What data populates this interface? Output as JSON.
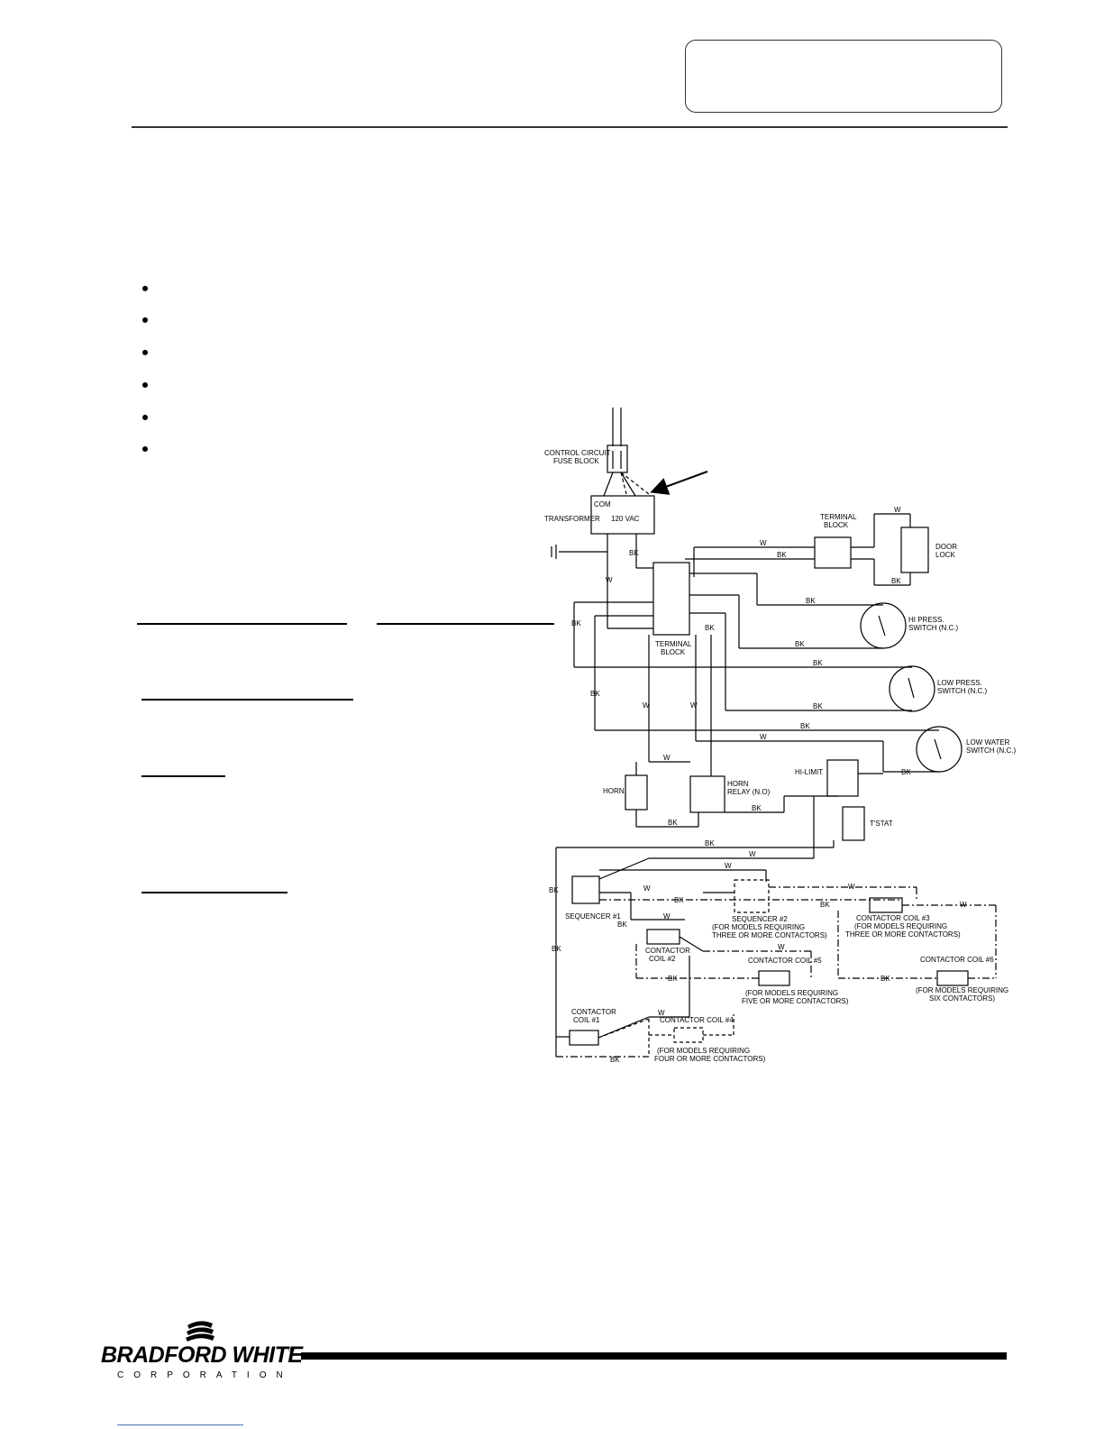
{
  "diagram": {
    "labels": {
      "fuse_block": [
        "CONTROL CIRCUIT",
        "FUSE BLOCK"
      ],
      "transformer": "TRANSFORMER",
      "com": "COM",
      "vac": "120 VAC",
      "terminal_block_top": [
        "TERMINAL",
        "BLOCK"
      ],
      "door_lock": [
        "DOOR",
        "LOCK"
      ],
      "terminal_block_main": [
        "TERMINAL",
        "BLOCK"
      ],
      "hi_press": [
        "HI PRESS.",
        "SWITCH (N.C.)"
      ],
      "low_press": [
        "LOW PRESS.",
        "SWITCH (N.C.)"
      ],
      "low_water": [
        "LOW WATER",
        "SWITCH (N.C.)"
      ],
      "hi_limit": "HI-LIMIT",
      "tstat": "T'STAT",
      "horn": "HORN",
      "horn_relay": [
        "HORN",
        "RELAY (N.O)"
      ],
      "sequencer_1": "SEQUENCER #1",
      "sequencer_2": [
        "SEQUENCER #2",
        "(FOR MODELS REQUIRING",
        "THREE OR MORE CONTACTORS)"
      ],
      "contactor_coil_1": [
        "CONTACTOR",
        "COIL #1"
      ],
      "contactor_coil_2": [
        "CONTACTOR",
        "COIL #2"
      ],
      "contactor_coil_3": [
        "CONTACTOR COIL #3",
        "(FOR MODELS REQUIRING",
        "THREE OR MORE CONTACTORS)"
      ],
      "contactor_coil_4": [
        "CONTACTOR COIL #4",
        "(FOR MODELS REQUIRING",
        "FOUR OR MORE CONTACTORS)"
      ],
      "contactor_coil_5": [
        "CONTACTOR COIL #5",
        "(FOR MODELS REQUIRING",
        "FIVE OR MORE CONTACTORS)"
      ],
      "contactor_coil_6": [
        "CONTACTOR COIL #6",
        "(FOR MODELS REQUIRING",
        "SIX CONTACTORS)"
      ],
      "wire_white": "W",
      "wire_black": "BK"
    }
  },
  "footer": {
    "brand": "BRADFORD WHITE",
    "registered": "®",
    "subtitle": "CORPORATION"
  }
}
